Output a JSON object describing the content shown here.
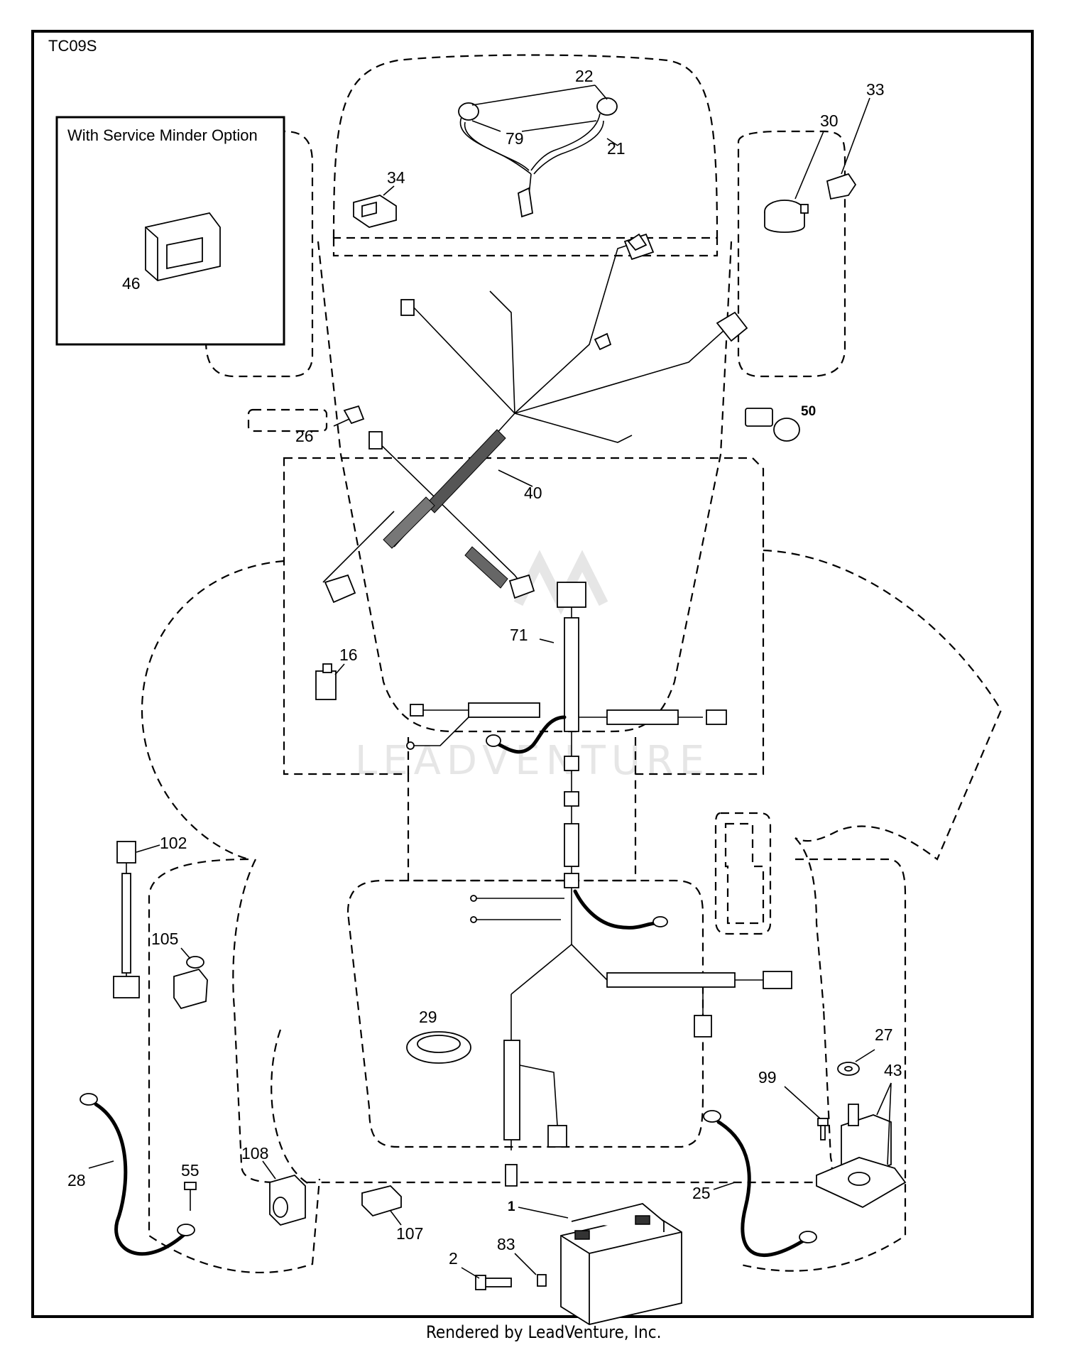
{
  "diagram_code": "TC09S",
  "inset": {
    "title": "With Service Minder Option",
    "part": "46"
  },
  "labels": {
    "p1": "1",
    "p2": "2",
    "p16": "16",
    "p21": "21",
    "p22": "22",
    "p25": "25",
    "p26": "26",
    "p27": "27",
    "p28": "28",
    "p29": "29",
    "p30": "30",
    "p33": "33",
    "p34": "34",
    "p40": "40",
    "p43": "43",
    "p50": "50",
    "p55": "55",
    "p71": "71",
    "p79": "79",
    "p83": "83",
    "p99": "99",
    "p102": "102",
    "p105": "105",
    "p107": "107",
    "p108": "108"
  },
  "watermark": "LEADVENTURE",
  "footer": "Rendered by LeadVenture, Inc."
}
